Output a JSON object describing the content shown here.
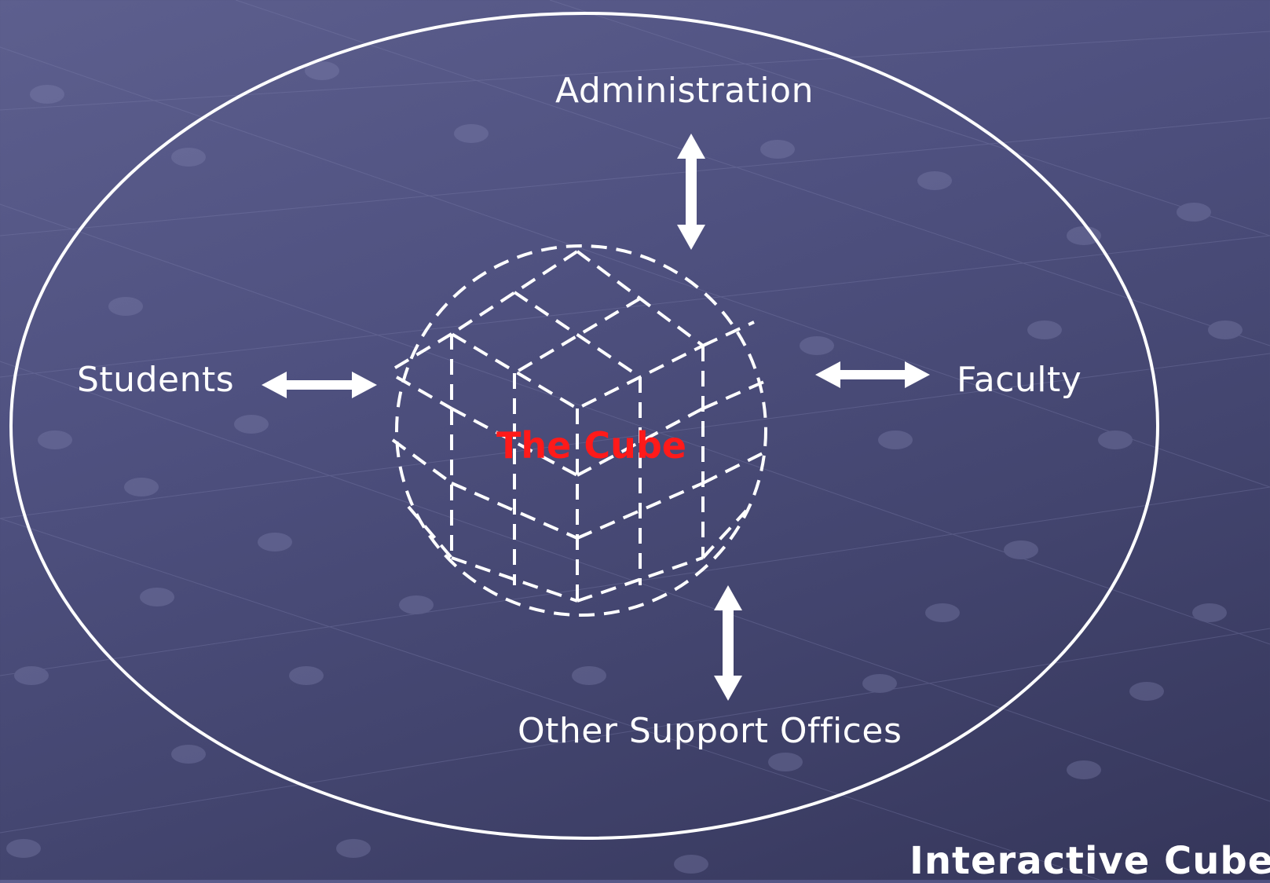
{
  "diagram": {
    "center_label": "The Cube",
    "nodes": {
      "top": "Administration",
      "left": "Students",
      "right": "Faculty",
      "bottom": "Other Support Offices"
    },
    "footer_title": "Interactive Cube"
  },
  "colors": {
    "background": "#4f5180",
    "lines": "#ffffff",
    "center_label": "#ff1a1a"
  }
}
